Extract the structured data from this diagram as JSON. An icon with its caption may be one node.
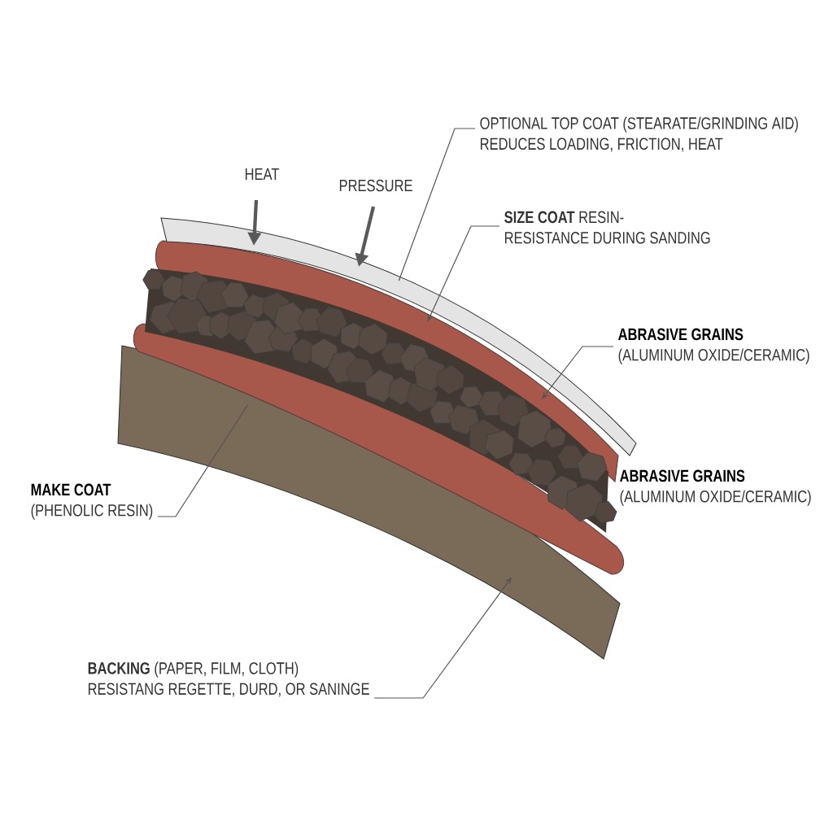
{
  "diagram": {
    "nodes": [
      {
        "text": [
          "OPTIONAL TOP COAT (STEARATE/GRINDING AID)",
          "REDUCES LOADING, FRICTION, HEAT"
        ]
      },
      {
        "text": [
          "**SIZE COAT** RESIN-",
          "RESISTANCE DURING SANDING"
        ]
      },
      {
        "text": [
          "ABRASIVE GRAINS",
          "(ALUMINUM OXIDE/CERAMIC)"
        ]
      },
      {
        "text": [
          "ABRASIVE GRAINS",
          "(ALUMINUM OXIDE/CERAMIC)"
        ]
      },
      {
        "text": [
          "MAKE COAT",
          "(PHENOLIC RESIN)"
        ]
      },
      {
        "text": [
          "**BACKING** (PAPER, FILM, CLOTH)",
          "RESISTANG REGETTE, DURD, OR SANINGE"
        ]
      },
      {
        "text": [],
        "shape": "picture"
      },
      {
        "text": [],
        "shape": "picture"
      },
      {
        "text": [],
        "shape": "picture"
      },
      {
        "text": [],
        "shape": "picture"
      },
      {
        "text": [],
        "shape": "picture"
      }
    ],
    "edges": [
      {
        "from": 0,
        "to": 6,
        "arrow": "none"
      },
      {
        "from": 1,
        "to": 7,
        "arrow": "to"
      },
      {
        "from": 2,
        "to": 8,
        "arrow": "to"
      },
      {
        "from": 4,
        "to": 9,
        "arrow": "none"
      },
      {
        "from": 5,
        "to": 10,
        "arrow": "to"
      }
    ],
    "labels": [
      "HEAT",
      "PRESSURE"
    ]
  }
}
